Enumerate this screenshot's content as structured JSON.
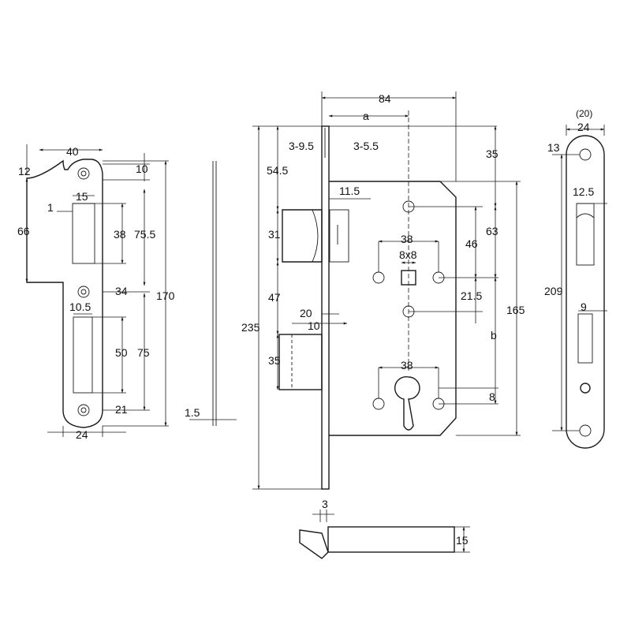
{
  "strike_plate": {
    "width_top": "40",
    "top_offset": "12",
    "hole_offset": "10",
    "slot_width": "15",
    "slot_inset": "1",
    "upper_height": "66",
    "slot_upper": "38",
    "upper_to_mid": "75.5",
    "total_height": "170",
    "mid_hole": "34",
    "latch_width": "10.5",
    "latch_slot": "50",
    "lower_span": "75",
    "bottom_hole": "21",
    "width_bottom": "24"
  },
  "side_profile": {
    "thickness": "1.5"
  },
  "lock_body": {
    "backset_total": "84",
    "backset_a": "a",
    "faceplate_min": "3-9.5",
    "faceplate_alt": "3-5.5",
    "top_to_follower": "35",
    "top_to_latch": "54.5",
    "latch_proj": "11.5",
    "follower_to_hub": "63",
    "follower_spacing": "46",
    "hub_spacing": "38",
    "square": "8x8",
    "latch_height": "31",
    "hub_offset": "21.5",
    "case_height": "165",
    "latch_to_bolt": "47",
    "bolt_depth": "20",
    "bolt_proj": "10",
    "overall_height": "235",
    "distance_b": "b",
    "bolt_height": "35",
    "cylinder_spacing": "38",
    "cylinder_offset": "8"
  },
  "faceplate": {
    "width_nominal": "(20)",
    "width": "24",
    "hole_offset": "13",
    "latch_width": "12.5",
    "length": "209",
    "bolt_width": "9"
  },
  "bolt_detail": {
    "thickness": "3",
    "height": "15"
  }
}
